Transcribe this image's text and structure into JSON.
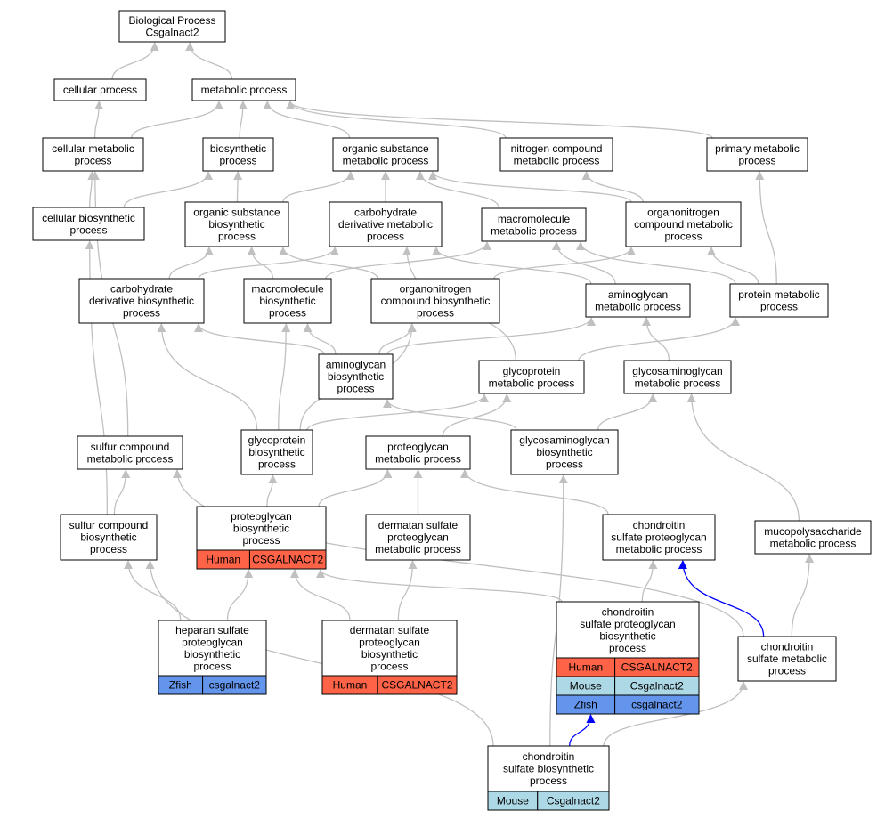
{
  "colors": {
    "edge": "#c0c0c0",
    "edge_highlight": "#0000ff",
    "Human": "#ff6347",
    "Mouse": "#add8e6",
    "Zfish": "#6495ed"
  },
  "nodes": {
    "bp": {
      "lines": [
        "Biological Process",
        "Csgalnact2"
      ]
    },
    "cell_proc": {
      "lines": [
        "cellular process"
      ]
    },
    "met_proc": {
      "lines": [
        "metabolic process"
      ]
    },
    "cell_met": {
      "lines": [
        "cellular metabolic",
        "process"
      ]
    },
    "biosyn": {
      "lines": [
        "biosynthetic",
        "process"
      ]
    },
    "org_sub_met": {
      "lines": [
        "organic substance",
        "metabolic process"
      ]
    },
    "nitro_met": {
      "lines": [
        "nitrogen compound",
        "metabolic process"
      ]
    },
    "prim_met": {
      "lines": [
        "primary metabolic",
        "process"
      ]
    },
    "cell_biosyn": {
      "lines": [
        "cellular biosynthetic",
        "process"
      ]
    },
    "org_sub_biosyn": {
      "lines": [
        "organic substance",
        "biosynthetic",
        "process"
      ]
    },
    "carb_der_met": {
      "lines": [
        "carbohydrate",
        "derivative metabolic",
        "process"
      ]
    },
    "macro_met": {
      "lines": [
        "macromolecule",
        "metabolic process"
      ]
    },
    "orgnitro_met": {
      "lines": [
        "organonitrogen",
        "compound metabolic",
        "process"
      ]
    },
    "carb_der_biosyn": {
      "lines": [
        "carbohydrate",
        "derivative biosynthetic",
        "process"
      ]
    },
    "macro_biosyn": {
      "lines": [
        "macromolecule",
        "biosynthetic",
        "process"
      ]
    },
    "orgnitro_biosyn": {
      "lines": [
        "organonitrogen",
        "compound biosynthetic",
        "process"
      ]
    },
    "aminogly_met": {
      "lines": [
        "aminoglycan",
        "metabolic process"
      ]
    },
    "prot_met": {
      "lines": [
        "protein metabolic",
        "process"
      ]
    },
    "aminogly_biosyn": {
      "lines": [
        "aminoglycan",
        "biosynthetic",
        "process"
      ]
    },
    "glycoprot_met": {
      "lines": [
        "glycoprotein",
        "metabolic process"
      ]
    },
    "gag_met": {
      "lines": [
        "glycosaminoglycan",
        "metabolic process"
      ]
    },
    "sulfur_met": {
      "lines": [
        "sulfur compound",
        "metabolic process"
      ]
    },
    "glycoprot_biosyn": {
      "lines": [
        "glycoprotein",
        "biosynthetic",
        "process"
      ]
    },
    "pg_met": {
      "lines": [
        "proteoglycan",
        "metabolic process"
      ]
    },
    "gag_biosyn": {
      "lines": [
        "glycosaminoglycan",
        "biosynthetic",
        "process"
      ]
    },
    "sulfur_biosyn": {
      "lines": [
        "sulfur compound",
        "biosynthetic",
        "process"
      ]
    },
    "pg_biosyn": {
      "lines": [
        "proteoglycan",
        "biosynthetic",
        "process"
      ],
      "rows": [
        [
          "Human",
          "CSGALNACT2"
        ]
      ]
    },
    "ds_pg_met": {
      "lines": [
        "dermatan sulfate",
        "proteoglycan",
        "metabolic process"
      ]
    },
    "cs_pg_met": {
      "lines": [
        "chondroitin",
        "sulfate proteoglycan",
        "metabolic process"
      ]
    },
    "mps_met": {
      "lines": [
        "mucopolysaccharide",
        "metabolic process"
      ]
    },
    "hs_pg_biosyn": {
      "lines": [
        "heparan sulfate",
        "proteoglycan",
        "biosynthetic",
        "process"
      ],
      "rows": [
        [
          "Zfish",
          "csgalnact2"
        ]
      ]
    },
    "ds_pg_biosyn": {
      "lines": [
        "dermatan sulfate",
        "proteoglycan",
        "biosynthetic",
        "process"
      ],
      "rows": [
        [
          "Human",
          "CSGALNACT2"
        ]
      ]
    },
    "cs_pg_biosyn": {
      "lines": [
        "chondroitin",
        "sulfate proteoglycan",
        "biosynthetic",
        "process"
      ],
      "rows": [
        [
          "Human",
          "CSGALNACT2"
        ],
        [
          "Mouse",
          "Csgalnact2"
        ],
        [
          "Zfish",
          "csgalnact2"
        ]
      ]
    },
    "cs_met": {
      "lines": [
        "chondroitin",
        "sulfate metabolic",
        "process"
      ]
    },
    "cs_biosyn": {
      "lines": [
        "chondroitin",
        "sulfate biosynthetic",
        "process"
      ],
      "rows": [
        [
          "Mouse",
          "Csgalnact2"
        ]
      ]
    }
  },
  "edges": [
    [
      "cell_proc",
      "bp"
    ],
    [
      "met_proc",
      "bp"
    ],
    [
      "cell_met",
      "cell_proc"
    ],
    [
      "cell_met",
      "met_proc"
    ],
    [
      "biosyn",
      "met_proc"
    ],
    [
      "org_sub_met",
      "met_proc"
    ],
    [
      "nitro_met",
      "met_proc"
    ],
    [
      "prim_met",
      "met_proc"
    ],
    [
      "cell_biosyn",
      "cell_met"
    ],
    [
      "cell_biosyn",
      "biosyn"
    ],
    [
      "org_sub_biosyn",
      "biosyn"
    ],
    [
      "org_sub_biosyn",
      "org_sub_met"
    ],
    [
      "carb_der_met",
      "org_sub_met"
    ],
    [
      "macro_met",
      "org_sub_met"
    ],
    [
      "orgnitro_met",
      "org_sub_met"
    ],
    [
      "orgnitro_met",
      "nitro_met"
    ],
    [
      "carb_der_biosyn",
      "org_sub_biosyn"
    ],
    [
      "carb_der_biosyn",
      "carb_der_met"
    ],
    [
      "macro_biosyn",
      "org_sub_biosyn"
    ],
    [
      "macro_biosyn",
      "macro_met"
    ],
    [
      "orgnitro_biosyn",
      "org_sub_biosyn"
    ],
    [
      "orgnitro_biosyn",
      "orgnitro_met"
    ],
    [
      "aminogly_met",
      "carb_der_met"
    ],
    [
      "aminogly_met",
      "macro_met"
    ],
    [
      "prot_met",
      "macro_met"
    ],
    [
      "prot_met",
      "orgnitro_met"
    ],
    [
      "prot_met",
      "prim_met"
    ],
    [
      "aminogly_biosyn",
      "carb_der_biosyn"
    ],
    [
      "aminogly_biosyn",
      "macro_biosyn"
    ],
    [
      "aminogly_biosyn",
      "orgnitro_biosyn"
    ],
    [
      "aminogly_biosyn",
      "aminogly_met"
    ],
    [
      "glycoprot_met",
      "carb_der_met"
    ],
    [
      "glycoprot_met",
      "prot_met"
    ],
    [
      "gag_met",
      "aminogly_met"
    ],
    [
      "sulfur_met",
      "cell_met"
    ],
    [
      "glycoprot_biosyn",
      "carb_der_biosyn"
    ],
    [
      "glycoprot_biosyn",
      "macro_biosyn"
    ],
    [
      "glycoprot_biosyn",
      "orgnitro_biosyn"
    ],
    [
      "glycoprot_biosyn",
      "glycoprot_met"
    ],
    [
      "pg_met",
      "glycoprot_met"
    ],
    [
      "gag_biosyn",
      "aminogly_biosyn"
    ],
    [
      "gag_biosyn",
      "gag_met"
    ],
    [
      "sulfur_biosyn",
      "sulfur_met"
    ],
    [
      "sulfur_biosyn",
      "cell_biosyn"
    ],
    [
      "pg_biosyn",
      "glycoprot_biosyn"
    ],
    [
      "pg_biosyn",
      "pg_met"
    ],
    [
      "ds_pg_met",
      "pg_met"
    ],
    [
      "cs_pg_met",
      "pg_met"
    ],
    [
      "mps_met",
      "gag_met"
    ],
    [
      "hs_pg_biosyn",
      "sulfur_biosyn"
    ],
    [
      "hs_pg_biosyn",
      "pg_biosyn"
    ],
    [
      "ds_pg_biosyn",
      "pg_biosyn"
    ],
    [
      "ds_pg_biosyn",
      "ds_pg_met"
    ],
    [
      "cs_pg_biosyn",
      "cs_pg_met"
    ],
    [
      "cs_pg_biosyn",
      "pg_biosyn"
    ],
    [
      "cs_met",
      "mps_met"
    ],
    [
      "cs_met",
      "sulfur_met"
    ],
    [
      "cs_met",
      "cs_pg_met",
      "blue"
    ],
    [
      "cs_biosyn",
      "sulfur_biosyn"
    ],
    [
      "cs_biosyn",
      "cs_met"
    ],
    [
      "cs_biosyn",
      "gag_biosyn"
    ],
    [
      "cs_biosyn",
      "cs_pg_biosyn",
      "blue"
    ]
  ]
}
